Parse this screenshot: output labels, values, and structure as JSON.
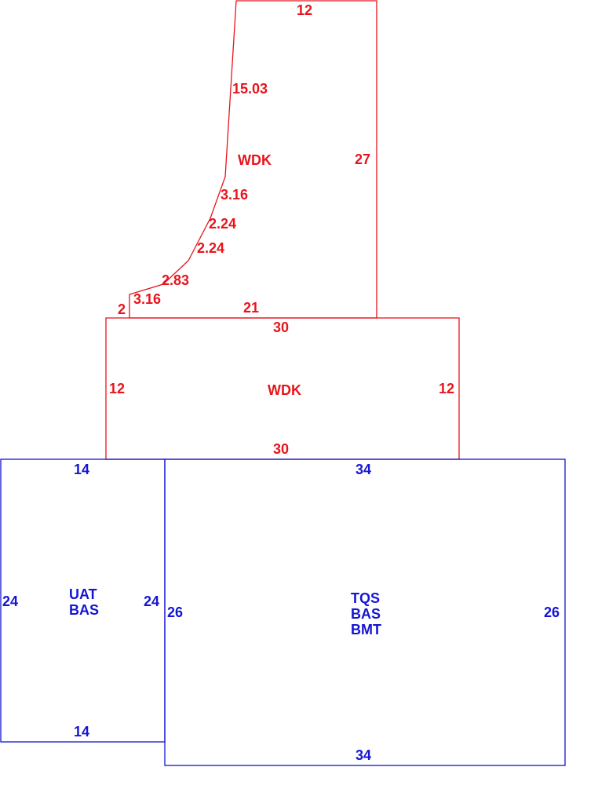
{
  "colors": {
    "deck": "#e8141c",
    "living": "#1414d4"
  },
  "upper_deck": {
    "label": "WDK",
    "top": "12",
    "left_long": "15.03",
    "right": "27",
    "seg1": "3.16",
    "seg2": "2.24",
    "seg3": "2.24",
    "seg4": "2.83",
    "seg5": "3.16",
    "seg6": "2",
    "bottom": "21"
  },
  "middle_deck": {
    "label": "WDK",
    "top": "30",
    "left": "12",
    "right": "12",
    "bottom": "30"
  },
  "left_room": {
    "label1": "UAT",
    "label2": "BAS",
    "top": "14",
    "left": "24",
    "right": "24",
    "bottom": "14"
  },
  "main_room": {
    "label1": "TQS",
    "label2": "BAS",
    "label3": "BMT",
    "top": "34",
    "left": "26",
    "right": "26",
    "bottom": "34"
  }
}
